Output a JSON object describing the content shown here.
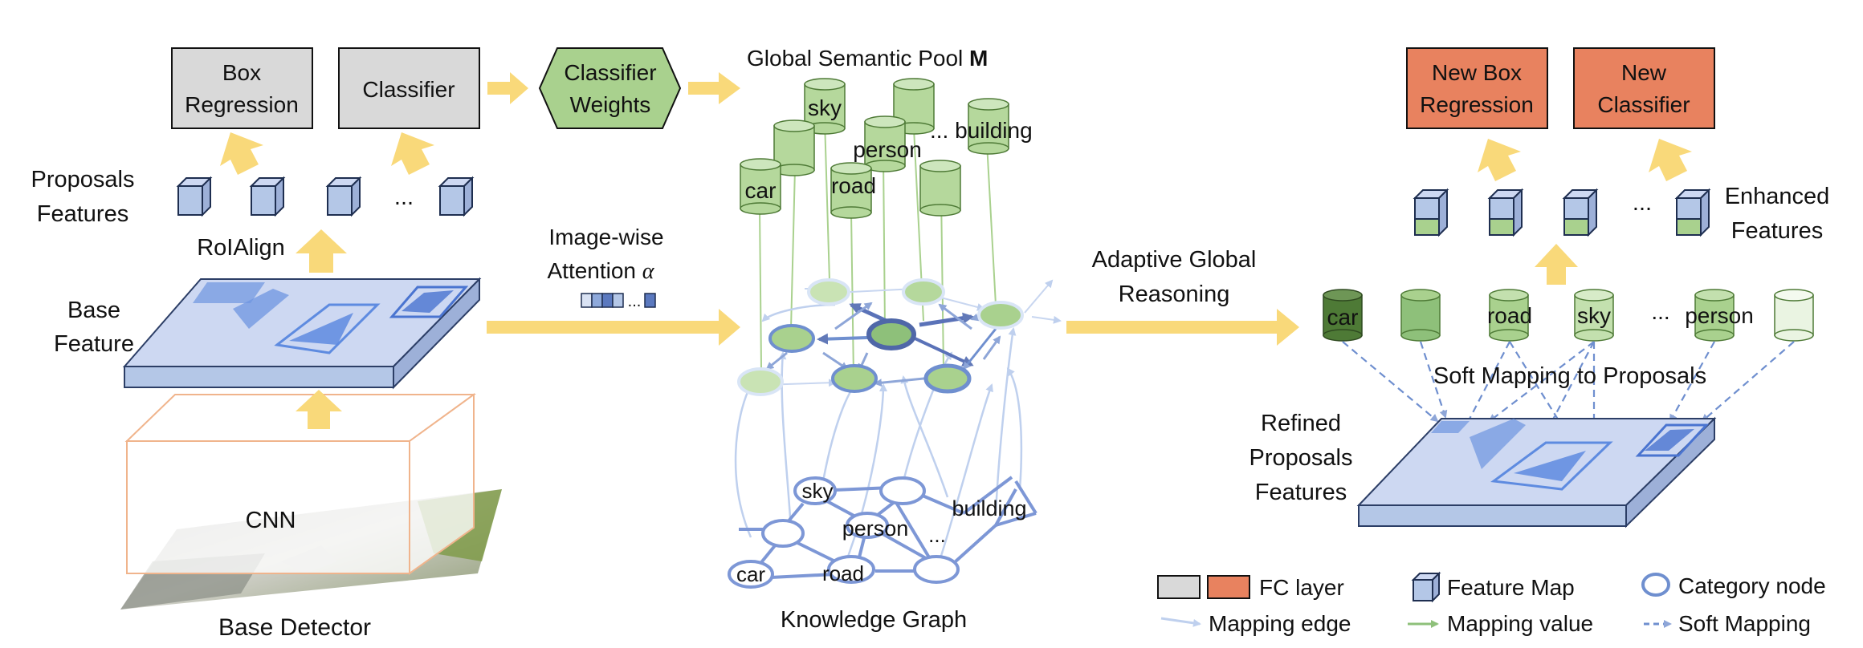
{
  "diagram": {
    "left": {
      "box_regression": [
        "Box",
        "Regression"
      ],
      "classifier": "Classifier",
      "proposals_features": [
        "Proposals",
        "Features"
      ],
      "ellipsis": "...",
      "roialign": "RoIAlign",
      "base_feature": [
        "Base",
        "Feature"
      ],
      "cnn": "CNN",
      "base_detector": "Base Detector"
    },
    "middle": {
      "classifier_weights": [
        "Classifier",
        "Weights"
      ],
      "global_pool_prefix": "Global Semantic Pool ",
      "global_pool_symbol": "M",
      "image_wise": "Image-wise",
      "attention_prefix": "Attention ",
      "attention_symbol": "α",
      "attention_ellipsis": "...",
      "pool_labels": {
        "sky": "sky",
        "person": "person",
        "building": "... building",
        "car": "car",
        "road": "road"
      },
      "graph_labels": {
        "sky": "sky",
        "person": "person",
        "building": "building",
        "dots": "...",
        "car": "car",
        "road": "road"
      },
      "knowledge_graph": "Knowledge Graph"
    },
    "right": {
      "new_box_regression": [
        "New Box",
        "Regression"
      ],
      "new_classifier": [
        "New",
        "Classifier"
      ],
      "enhanced_features": [
        "Enhanced",
        "Features"
      ],
      "ellipsis": "...",
      "adaptive": [
        "Adaptive Global",
        "Reasoning"
      ],
      "cylinders": {
        "car": "car",
        "road": "road",
        "sky": "sky",
        "dots": "...",
        "person": "person"
      },
      "soft_mapping_title": "Soft Mapping to Proposals",
      "refined": [
        "Refined",
        "Proposals",
        "Features"
      ]
    },
    "legend": {
      "fc_layer": "FC layer",
      "feature_map": "Feature Map",
      "category_node": "Category node",
      "mapping_edge": "Mapping edge",
      "mapping_value": "Mapping value",
      "soft_mapping": "Soft Mapping"
    },
    "colors": {
      "arrow_yellow": "#F9D97A",
      "fc_gray": "#D9D9D9",
      "fc_orange": "#E8825F",
      "feature_blue": "#B4C7E7",
      "feature_green": "#A9D18E",
      "node_blue": "#6F8FCF",
      "cylinder_green": "#B5D89C"
    }
  }
}
